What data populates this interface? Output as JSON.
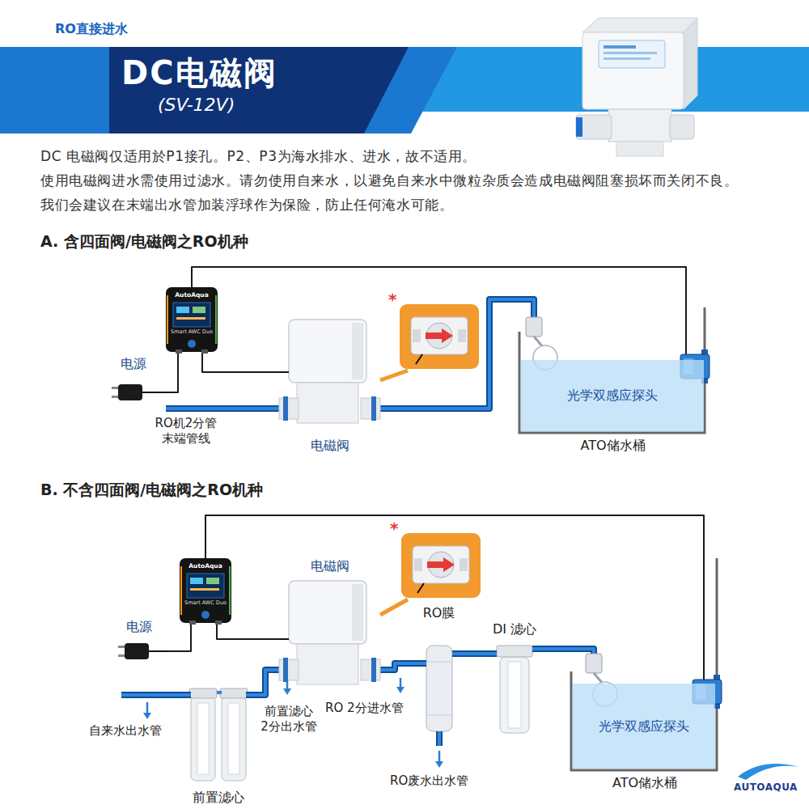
{
  "diagram": {
    "title": "DC电磁阀",
    "nodes": [
      {
        "text": [
          "AutoAqua",
          "Smart AWC Duo"
        ]
      },
      {
        "text": [
          "电源"
        ]
      },
      {
        "text": [
          "电磁阀"
        ]
      },
      {
        "text": [
          "*"
        ]
      },
      {
        "text": [
          "ATO储水桶"
        ]
      },
      {
        "text": [
          "光学双感应探头"
        ],
        "in": 4
      },
      {
        "text": [
          "AutoAqua",
          "Smart AWC Duo"
        ]
      },
      {
        "text": [
          "电源"
        ]
      },
      {
        "text": [
          "电磁阀"
        ]
      },
      {
        "text": [
          "*"
        ]
      },
      {
        "text": [
          "前置滤心"
        ]
      },
      {
        "text": [
          "RO膜"
        ]
      },
      {
        "text": [
          "DI 滤心"
        ]
      },
      {
        "text": [
          "ATO储水桶"
        ]
      },
      {
        "text": [
          "光学双感应探头"
        ],
        "in": 13
      }
    ],
    "edges": [
      {
        "from": 1,
        "to": 0,
        "arrow": "none"
      },
      {
        "from": 0,
        "to": 2,
        "arrow": "none"
      },
      {
        "from": 0,
        "to": 4,
        "arrow": "none"
      },
      {
        "from": 2,
        "to": 4,
        "arrow": "none"
      },
      {
        "from": 3,
        "to": 2,
        "arrow": "none"
      },
      {
        "from": 7,
        "to": 6,
        "arrow": "none"
      },
      {
        "from": 6,
        "to": 8,
        "arrow": "none"
      },
      {
        "from": 6,
        "to": 13,
        "arrow": "none"
      },
      {
        "from": 10,
        "to": 8,
        "arrow": "none"
      },
      {
        "from": 8,
        "to": 11,
        "arrow": "none"
      },
      {
        "from": 11,
        "to": 12,
        "arrow": "none"
      },
      {
        "from": 12,
        "to": 13,
        "arrow": "none"
      },
      {
        "from": 9,
        "to": 8,
        "arrow": "none"
      }
    ],
    "labels": [
      "RO直接进水",
      "(SV-12V)",
      "DC 电磁阀仅适用於P1接孔。P2、P3为海水排水、进水，故不适用。",
      "使用电磁阀进水需使用过滤水。请勿使用自来水，以避免自来水中微粒杂质会造成电磁阀阻塞损坏而关闭不良。",
      "我们会建议在末端出水管加装浮球作为保险，防止任何淹水可能。",
      "A. 含四面阀/电磁阀之RO机种",
      "RO机2分管 末端管线",
      "B. 不含四面阀/电磁阀之RO机种",
      "自来水出水管",
      "前置滤心 2分出水管",
      "RO 2分进水管",
      "RO废水出水管",
      "AUTOAQUA"
    ]
  }
}
